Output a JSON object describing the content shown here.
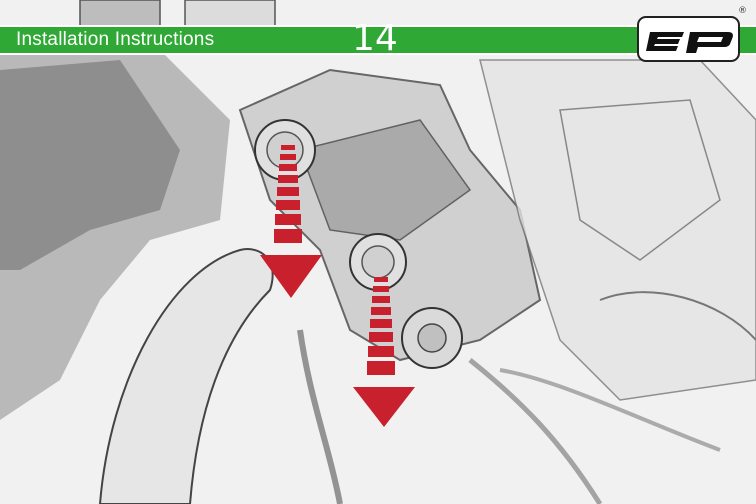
{
  "header": {
    "title": "Installation Instructions",
    "step_number": "14",
    "band_color": "#2fa836"
  },
  "logo": {
    "text": "ep",
    "registered_mark": "®"
  },
  "illustration": {
    "style": "pencil-sketch photo of engine bay bolts",
    "arrow_color": "#c8202c",
    "arrow_count": 2
  }
}
